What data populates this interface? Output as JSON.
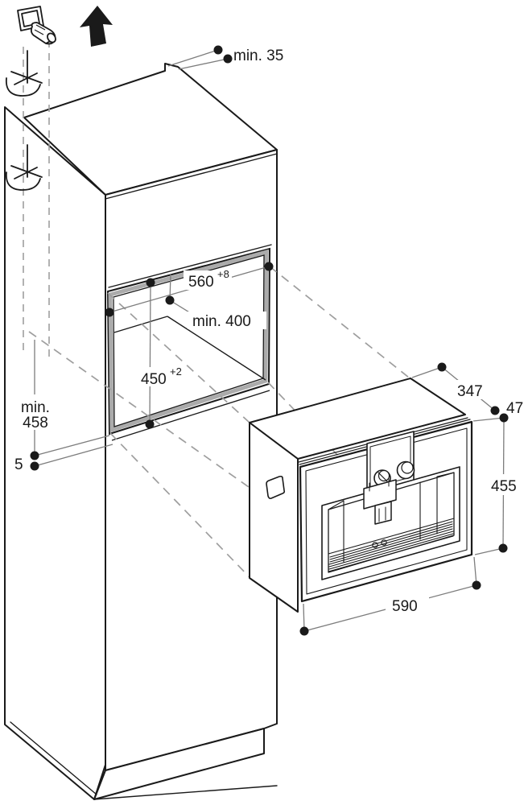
{
  "title": "Built-in coffee machine installation diagram",
  "dimensions": {
    "top_clearance": {
      "label": "min. 35"
    },
    "niche_width": {
      "value": "560",
      "tolerance": "+8"
    },
    "niche_depth": {
      "label": "min. 400"
    },
    "niche_height": {
      "value": "450",
      "tolerance": "+2"
    },
    "socket_height": {
      "label_line1": "min.",
      "label_line2": "458"
    },
    "shelf_lip": {
      "label": "5"
    },
    "appliance_depth": {
      "label": "347"
    },
    "front_protrusion": {
      "label": "47"
    },
    "appliance_height": {
      "label": "455"
    },
    "appliance_width": {
      "label": "590"
    }
  },
  "icons": {
    "power_plug": "power-plug-icon",
    "up_arrow": "up-arrow-icon",
    "electrical_connection": "electrical-connection-icon"
  },
  "colors": {
    "line": "#1a1a1a",
    "dimension_line": "#7d7d7d",
    "dashed_projection": "#9e9e9e",
    "niche_band": "#ababab",
    "background": "#ffffff"
  }
}
